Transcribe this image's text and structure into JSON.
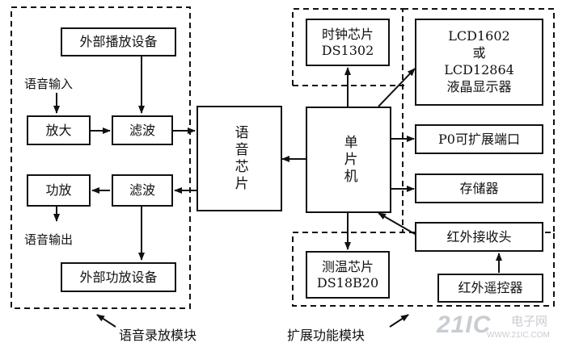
{
  "voice_module": {
    "ext_play_device": "外部播放设备",
    "voice_input": "语音输入",
    "amplify": "放大",
    "filter_top": "滤波",
    "power_amp": "功放",
    "filter_bottom": "滤波",
    "voice_output": "语音输出",
    "ext_amp_device": "外部功放设备",
    "caption": "语音录放模块"
  },
  "voice_chip": "语音芯片",
  "mcu": "单片机",
  "expansion_module": {
    "clock_chip": "时钟芯片\nDS1302",
    "lcd": "LCD1602\n或\nLCD12864\n液晶显示器",
    "p0_port": "P0可扩展端口",
    "storage": "存储器",
    "ir_receiver": "红外接收头",
    "ir_remote": "红外遥控器",
    "temp_chip": "测温芯片\nDS18B20",
    "caption": "扩展功能模块"
  },
  "watermark": {
    "logo": "21IC",
    "text": "电子网",
    "url": "WWW.21IC.COM"
  },
  "colors": {
    "line": "#111111",
    "watermark": "#c9ccd2"
  }
}
